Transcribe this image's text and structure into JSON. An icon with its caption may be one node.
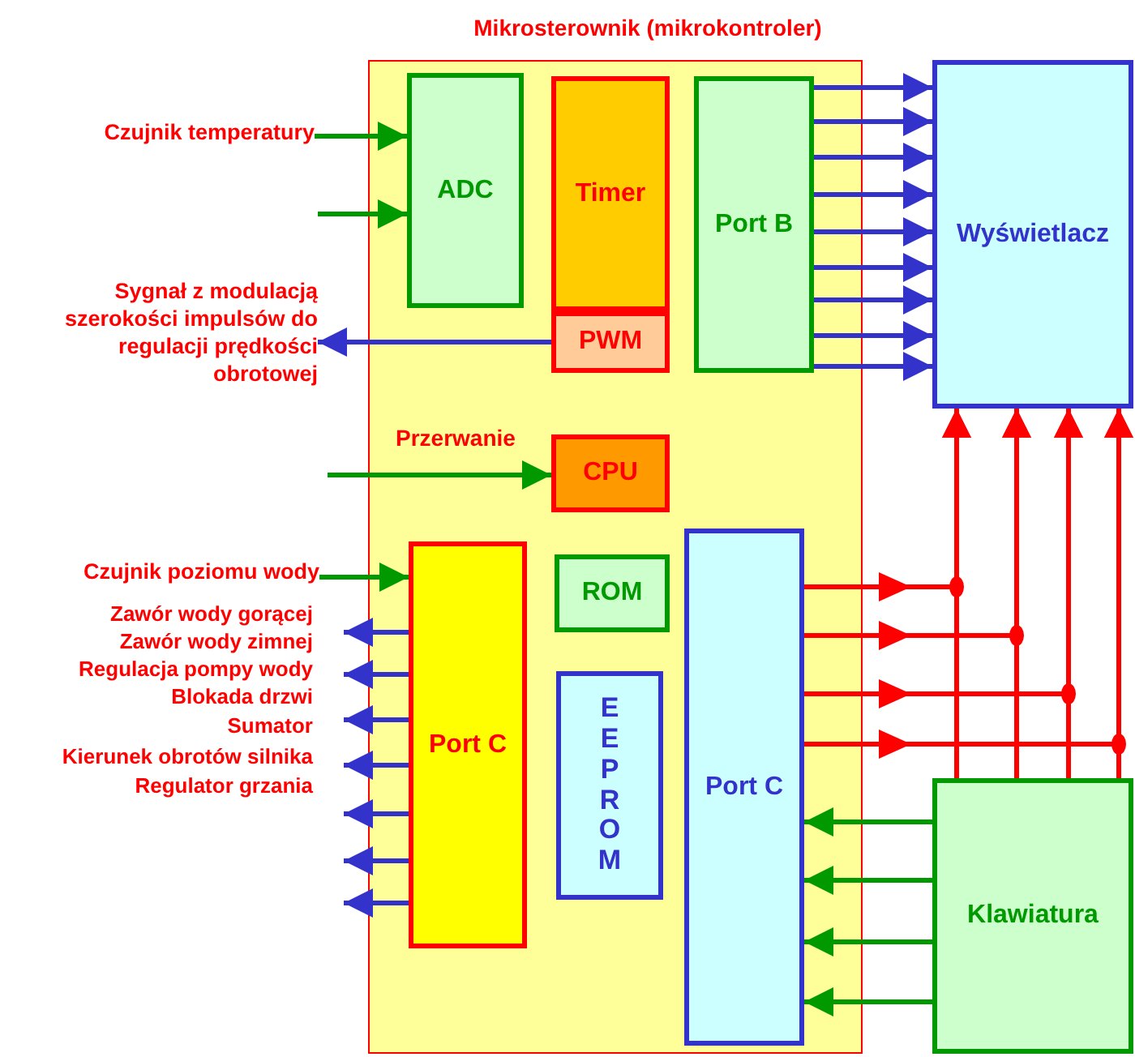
{
  "diagram": {
    "nodes": [
      {
        "text": [
          "Mikrosterownik (mikrokontroler)"
        ]
      },
      {
        "text": [
          "ADC"
        ],
        "in": 0
      },
      {
        "text": [
          "Timer"
        ],
        "in": 0
      },
      {
        "text": [
          "PWM"
        ],
        "in": 0
      },
      {
        "text": [
          "Port B"
        ],
        "in": 0
      },
      {
        "text": [
          "Wyświetlacz"
        ]
      },
      {
        "text": [
          "Czujnik temperatury"
        ]
      },
      {
        "text": [
          "Sygnał z modulacją szerokości impulsów do regulacji prędkości obrotowej"
        ]
      },
      {
        "text": [
          "CPU"
        ],
        "in": 0
      },
      {
        "text": [
          "ROM"
        ],
        "in": 0
      },
      {
        "text": [
          "EEPROM"
        ],
        "in": 0
      },
      {
        "text": [
          "Port C"
        ],
        "in": 0
      },
      {
        "text": [
          "Port C"
        ],
        "in": 0
      },
      {
        "text": [
          "Czujnik poziomu wody"
        ]
      },
      {
        "text": [
          "Klawiatura"
        ]
      }
    ],
    "edges": [
      {
        "from": 6,
        "to": 1,
        "arrow": "to",
        "color": "#009900"
      },
      {
        "from": null,
        "to": 1,
        "arrow": "to",
        "color": "#009900"
      },
      {
        "from": 3,
        "to": 7,
        "arrow": "to"
      },
      {
        "from": null,
        "to": 8,
        "arrow": "to",
        "label": "Przerwanie",
        "color": "#009900"
      },
      {
        "from": 4,
        "to": 5,
        "arrow": "to"
      },
      {
        "from": 4,
        "to": 5,
        "arrow": "to"
      },
      {
        "from": 4,
        "to": 5,
        "arrow": "to"
      },
      {
        "from": 4,
        "to": 5,
        "arrow": "to"
      },
      {
        "from": 4,
        "to": 5,
        "arrow": "to"
      },
      {
        "from": 4,
        "to": 5,
        "arrow": "to"
      },
      {
        "from": 4,
        "to": 5,
        "arrow": "to"
      },
      {
        "from": 4,
        "to": 5,
        "arrow": "to"
      },
      {
        "from": 4,
        "to": 5,
        "arrow": "to"
      },
      {
        "from": 12,
        "to": 5,
        "arrow": "to",
        "color": "#ff0000"
      },
      {
        "from": 12,
        "to": 5,
        "arrow": "to",
        "color": "#ff0000"
      },
      {
        "from": 12,
        "to": 5,
        "arrow": "to",
        "color": "#ff0000"
      },
      {
        "from": 12,
        "to": 5,
        "arrow": "to",
        "color": "#ff0000"
      },
      {
        "from": 14,
        "to": 5,
        "arrow": "to",
        "color": "#ff0000"
      },
      {
        "from": 14,
        "to": 5,
        "arrow": "to",
        "color": "#ff0000"
      },
      {
        "from": 14,
        "to": 5,
        "arrow": "to",
        "color": "#ff0000"
      },
      {
        "from": 14,
        "to": 5,
        "arrow": "to",
        "color": "#ff0000"
      },
      {
        "from": 13,
        "to": 11,
        "arrow": "to",
        "color": "#009900"
      },
      {
        "from": 11,
        "to": null,
        "arrow": "to"
      },
      {
        "from": 11,
        "to": null,
        "arrow": "to"
      },
      {
        "from": 11,
        "to": null,
        "arrow": "to"
      },
      {
        "from": 11,
        "to": null,
        "arrow": "to"
      },
      {
        "from": 11,
        "to": null,
        "arrow": "to"
      },
      {
        "from": 11,
        "to": null,
        "arrow": "to"
      },
      {
        "from": 11,
        "to": null,
        "arrow": "to"
      },
      {
        "from": 14,
        "to": 12,
        "arrow": "to",
        "color": "#009900"
      },
      {
        "from": 14,
        "to": 12,
        "arrow": "to",
        "color": "#009900"
      },
      {
        "from": 14,
        "to": 12,
        "arrow": "to",
        "color": "#009900"
      },
      {
        "from": 14,
        "to": 12,
        "arrow": "to",
        "color": "#009900"
      }
    ],
    "labels": [
      "Zawór wody gorącej",
      "Zawór wody zimnej",
      "Regulacja pompy wody",
      "Blokada drzwi",
      "Sumator",
      "Kierunek obrotów silnika",
      "Regulator grzania"
    ]
  }
}
